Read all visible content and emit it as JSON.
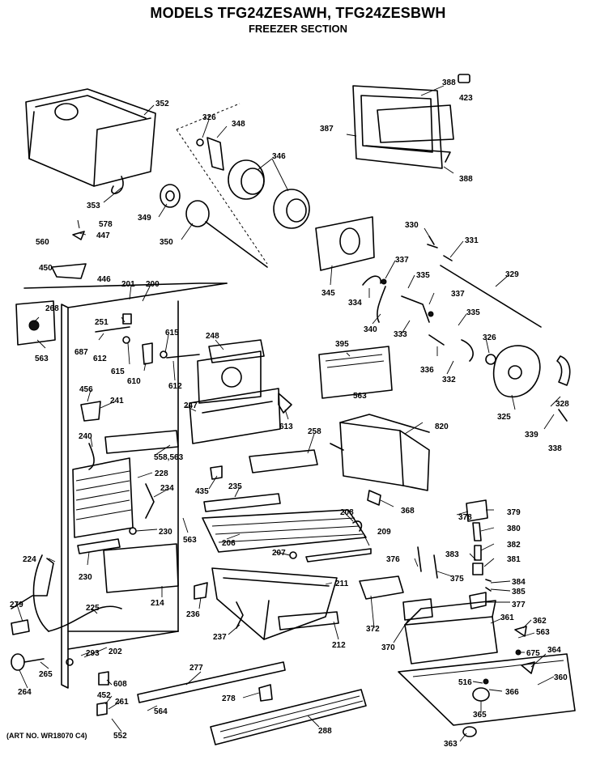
{
  "header": {
    "title": "MODELS TFG24ZESAWH, TFG24ZESBWH",
    "subtitle": "FREEZER SECTION"
  },
  "footer": {
    "art_no": "(ART NO. WR18070 C4)"
  },
  "callouts": [
    "352",
    "326",
    "348",
    "346",
    "388",
    "423",
    "387",
    "388",
    "353",
    "349",
    "350",
    "578",
    "447",
    "560",
    "450",
    "446",
    "330",
    "331",
    "337",
    "335",
    "329",
    "345",
    "334",
    "340",
    "333",
    "337",
    "335",
    "268",
    "251",
    "201",
    "200",
    "615",
    "248",
    "563",
    "687",
    "612",
    "615",
    "610",
    "612",
    "395",
    "326",
    "336",
    "332",
    "563",
    "328",
    "325",
    "339",
    "338",
    "456",
    "241",
    "247",
    "613",
    "240",
    "258",
    "820",
    "558,563",
    "228",
    "234",
    "435",
    "235",
    "368",
    "208",
    "378",
    "379",
    "380",
    "382",
    "381",
    "230",
    "563",
    "206",
    "209",
    "207",
    "224",
    "230",
    "214",
    "211",
    "376",
    "383",
    "375",
    "384",
    "385",
    "377",
    "279",
    "236",
    "225",
    "237",
    "212",
    "372",
    "370",
    "361",
    "362",
    "563",
    "675",
    "364",
    "293",
    "202",
    "265",
    "264",
    "608",
    "277",
    "452",
    "261",
    "278",
    "564",
    "552",
    "288",
    "516",
    "366",
    "360",
    "365",
    "363"
  ]
}
